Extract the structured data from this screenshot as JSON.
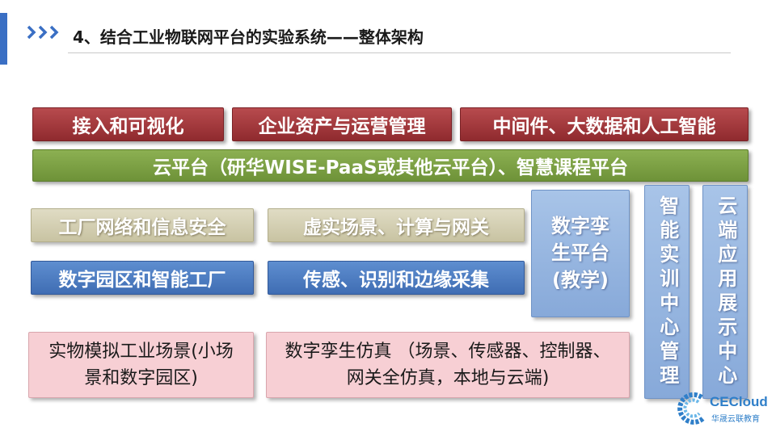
{
  "header": {
    "title": "4、结合工业物联网平台的实验系统——整体架构"
  },
  "top_row": [
    {
      "label": "接入和可视化"
    },
    {
      "label": "企业资产与运营管理"
    },
    {
      "label": "中间件、大数据和人工智能"
    }
  ],
  "cloud_bar": {
    "label": "云平台（研华WISE-PaaS或其他云平台）、智慧课程平台"
  },
  "middle": {
    "factory_security": "工厂网络和信息安全",
    "virtual_scene": "虚实场景、计算与网关",
    "digital_park": "数字园区和智能工厂",
    "sensing": "传感、识别和边缘采集",
    "twin_platform": "数字孪生平台(教学)",
    "training_center": "智能实训中心管理",
    "cloud_display": "云端应用展示中心"
  },
  "bottom": {
    "physical_sim": "实物模拟工业场景(小场景和数字园区)",
    "twin_sim": "数字孪生仿真 （场景、传感器、控制器、网关全仿真，本地与云端)"
  },
  "logo": {
    "name": "CECloud",
    "sub": "华晟云联教育"
  },
  "colors": {
    "accent": "#3a6fc4",
    "red": "#9b3438",
    "green": "#7aa041",
    "tan": "#d6d1b4",
    "blue": "#4a7cc4",
    "light_blue": "#97b6e0",
    "pink": "#f7cfd4"
  }
}
